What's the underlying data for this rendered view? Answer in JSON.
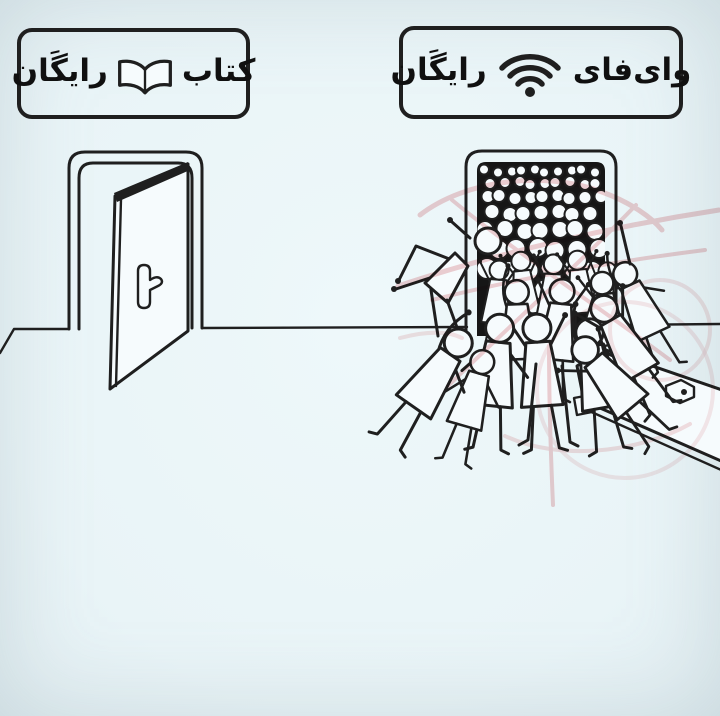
{
  "image_type": "line-art cartoon",
  "colors": {
    "background": "#e9f4f7",
    "line": "#1f1f1f",
    "fill_light": "#f6fbfd",
    "doorway_dark": "#161616",
    "watermark_pink": "#e8a9ad",
    "sign_text": "#101010"
  },
  "left_sign": {
    "word_book": "کتاب",
    "word_free": "رایگَان",
    "icon": "open-book-icon"
  },
  "right_sign": {
    "word_wifi": "وای‌فای",
    "word_free": "رایگَان",
    "icon": "wifi-icon"
  }
}
